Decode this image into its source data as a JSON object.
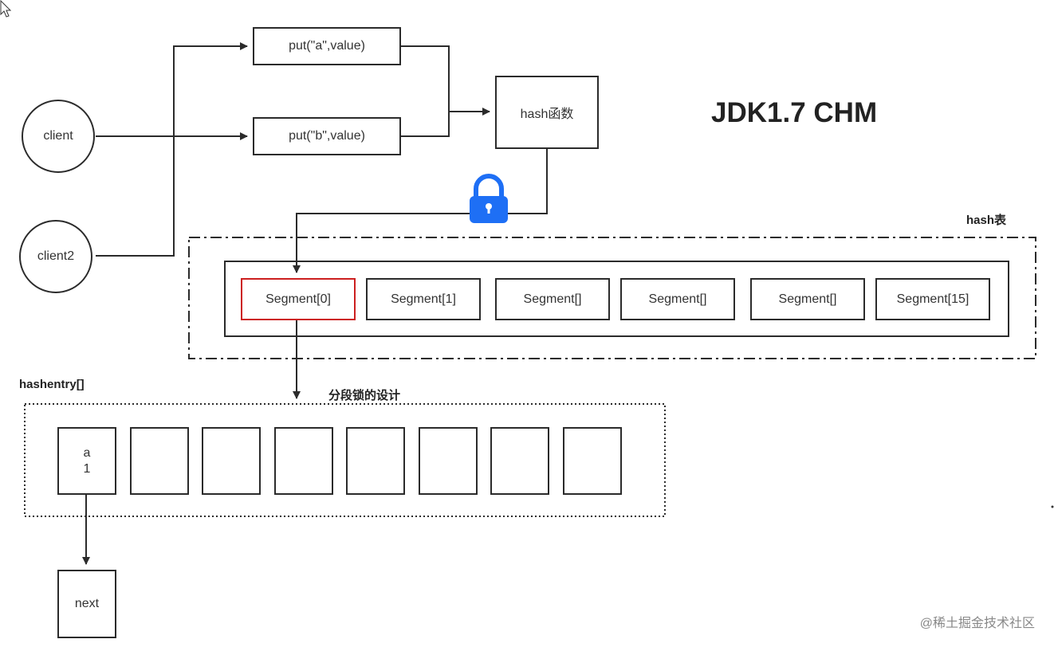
{
  "title": "JDK1.7 CHM",
  "clients": {
    "client1": "client",
    "client2": "client2"
  },
  "puts": [
    "put(\"a\",value)",
    "put(\"b\",value)"
  ],
  "hash_function": "hash函数",
  "hash_table_label": "hash表",
  "segments": [
    "Segment[0]",
    "Segment[1]",
    "Segment[]",
    "Segment[]",
    "Segment[]",
    "Segment[15]"
  ],
  "hashentry_label": "hashentry[]",
  "design_label": "分段锁的设计",
  "entry0": {
    "key": "a",
    "value": "1"
  },
  "next_label": "next",
  "watermark": "@稀土掘金技术社区",
  "colors": {
    "active_segment": "#cc1f1f",
    "lock": "#1e6ff5",
    "line": "#2b2b2b"
  },
  "icons": {
    "lock": "lock-icon",
    "cursor": "cursor-icon"
  }
}
